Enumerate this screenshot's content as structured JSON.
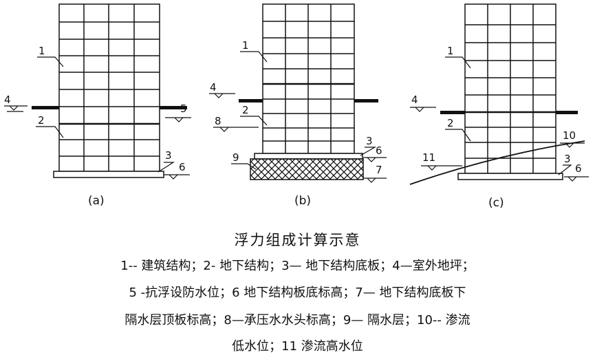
{
  "panels": [
    {
      "id": "a",
      "label": "(a)",
      "callouts": {
        "1": "1",
        "2": "2",
        "3": "3",
        "4": "4",
        "5": "5",
        "6": "6"
      }
    },
    {
      "id": "b",
      "label": "(b)",
      "callouts": {
        "1": "1",
        "2": "2",
        "3": "3",
        "4": "4",
        "6": "6",
        "7": "7",
        "8": "8",
        "9": "9"
      }
    },
    {
      "id": "c",
      "label": "(c)",
      "callouts": {
        "1": "1",
        "2": "2",
        "3": "3",
        "4": "4",
        "6": "6",
        "10": "10",
        "11": "11"
      }
    }
  ],
  "caption": {
    "title": "浮力组成计算示意",
    "line1": "1-- 建筑结构；2- 地下结构；3— 地下结构底板；4—室外地坪；",
    "line2": "5 -抗浮设防水位；6   地下结构板底标高；7— 地下结构底板下",
    "line3": "隔水层顶板标高；8—承压水水头标高；9— 隔水层；10-- 渗流",
    "line4": "低水位；11  渗流高水位"
  }
}
